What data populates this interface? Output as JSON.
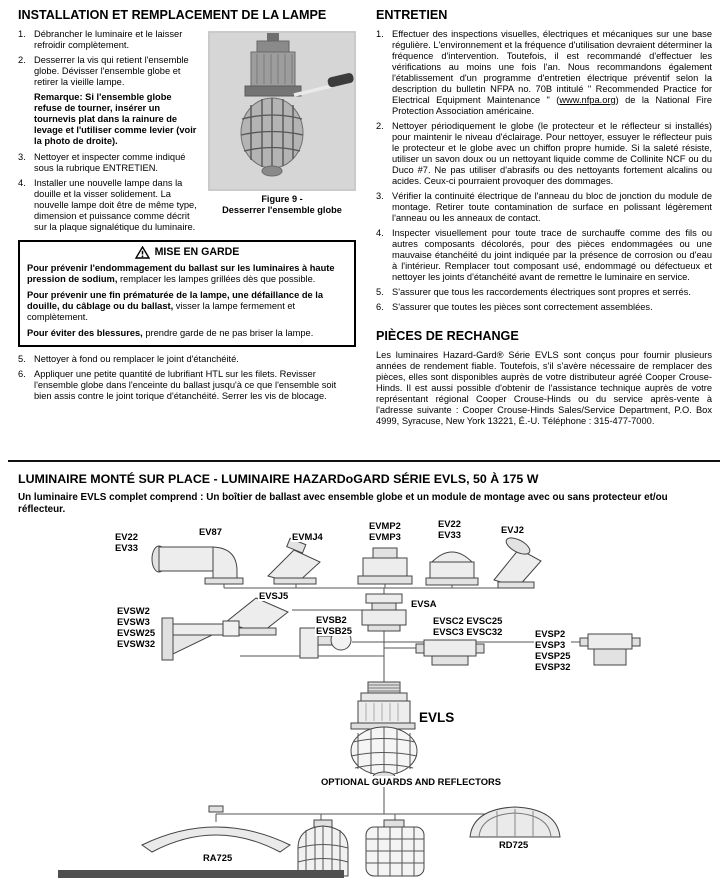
{
  "install": {
    "title": "INSTALLATION ET REMPLACEMENT DE LA LAMPE",
    "steps": [
      {
        "num": "1.",
        "text": "Débrancher le luminaire et le laisser refroidir complètement."
      },
      {
        "num": "2.",
        "text": "Desserrer la vis qui retient l'ensemble globe. Dévisser l'ensemble globe et retirer la vieille lampe."
      },
      {
        "num": "3.",
        "text": "Nettoyer et inspecter comme indiqué sous la rubrique ENTRETIEN."
      },
      {
        "num": "4.",
        "text": "Installer une nouvelle lampe dans la douille et la visser solidement. La nouvelle lampe doit être de même type, dimension et puissance comme décrit sur la plaque signalétique du luminaire."
      },
      {
        "num": "5.",
        "text": "Nettoyer à fond ou remplacer le joint d'étanchéité."
      },
      {
        "num": "6.",
        "text": "Appliquer une petite quantité de lubrifiant HTL sur les filets. Revisser l'ensemble globe dans l'enceinte du ballast jusqu'à ce que l'ensemble soit bien assis contre le joint torique d'étanchéité. Serrer les vis de blocage."
      }
    ],
    "remark_label": "Remarque:",
    "remark_text": " Si l'ensemble globe refuse de tourner, insérer un tournevis plat dans la rainure de levage et l'utiliser comme levier (voir la photo de droite).",
    "figure": {
      "caption_line1": "Figure 9 -",
      "caption_line2": "Desserrer l'ensemble globe"
    },
    "warning": {
      "title": "MISE EN GARDE",
      "paragraphs": [
        {
          "bold": "Pour prévenir l'endommagement du ballast sur les luminaires à haute pression de sodium,",
          "regular": " remplacer les lampes grillées dès que possible."
        },
        {
          "bold": "Pour prévenir une fin prématurée de la lampe, une défaillance de la douille, du câblage ou du ballast,",
          "regular": " visser la lampe fermement et complètement."
        },
        {
          "bold": "Pour éviter des blessures,",
          "regular": " prendre garde de ne pas briser la lampe."
        }
      ]
    }
  },
  "maintenance": {
    "title": "ENTRETIEN",
    "steps": [
      {
        "num": "1.",
        "text_before": "Effectuer des inspections visuelles, électriques et mécaniques sur une base régulière. L'environnement et la fréquence d'utilisation devraient déterminer la fréquence d'intervention. Toutefois, il est recommandé d'effectuer les vérifications au moins une fois l'an. Nous recommandons également l'établissement d'un programme d'entretien électrique préventif selon la description du bulletin NFPA no. 70B intitulé \" Recommended Practice for Electrical Equipment Maintenance \" (",
        "link": "www.nfpa.org",
        "text_after": ") de la National Fire Protection Association américaine."
      },
      {
        "num": "2.",
        "text": "Nettoyer périodiquement le globe (le protecteur et le réflecteur si installés) pour maintenir le niveau d'éclairage. Pour nettoyer, essuyer le réflecteur puis le protecteur et le globe avec un chiffon propre humide. Si la saleté résiste, utiliser un savon doux ou un nettoyant liquide comme de Collinite NCF ou du Duco #7. Ne pas utiliser d'abrasifs ou des nettoyants fortement alcalins ou acides. Ceux-ci pourraient provoquer des dommages."
      },
      {
        "num": "3.",
        "text": "Vérifier la continuité électrique de l'anneau du bloc de jonction du module de montage. Retirer toute contamination de surface en polissant légèrement l'anneau ou les anneaux de contact."
      },
      {
        "num": "4.",
        "text": "Inspecter visuellement pour toute trace de surchauffe comme des fils ou autres composants décolorés, pour des pièces endommagées ou une mauvaise étanchéité du joint indiquée par la présence de corrosion ou d'eau à l'intérieur. Remplacer tout composant usé, endommagé ou défectueux et nettoyer les joints d'étanchéité avant de remettre le luminaire en service."
      },
      {
        "num": "5.",
        "text": "S'assurer que tous les raccordements électriques sont propres et serrés."
      },
      {
        "num": "6.",
        "text": "S'assurer que toutes les pièces sont correctement assemblées."
      }
    ]
  },
  "spare_parts": {
    "title": "PIÈCES DE RECHANGE",
    "text": "Les luminaires Hazard-Gard® Série EVLS sont conçus pour fournir plusieurs années de rendement fiable. Toutefois, s'il s'avère nécessaire de remplacer des pièces, elles sont disponibles auprès de votre distributeur agréé Cooper Crouse-Hinds. Il est aussi possible d'obtenir de l'assistance technique auprès de votre représentant régional Cooper Crouse-Hinds ou du service après-vente à l'adresse suivante : Cooper Crouse-Hinds Sales/Service Department, P.O. Box 4999, Syracuse, New York 13221, É.-U. Téléphone : 315-477-7000."
  },
  "assembly": {
    "title": "LUMINAIRE MONTÉ SUR PLACE - LUMINAIRE HAZARDoGARD SÉRIE EVLS, 50 À 175 W",
    "subtitle": "Un luminaire EVLS complet comprend : Un boîtier de ballast avec ensemble globe et un module de montage avec ou sans protecteur et/ou réflecteur.",
    "optional_title": "OPTIONAL GUARDS AND REFLECTORS",
    "labels": {
      "ev22_ev33_left": "EV22\nEV33",
      "ev87": "EV87",
      "evmj4": "EVMJ4",
      "evmp": "EVMP2\nEVMP3",
      "ev22_ev33_right": "EV22\nEV33",
      "evj2": "EVJ2",
      "evsj5": "EVSJ5",
      "evsa": "EVSA",
      "evsb": "EVSB2\nEVSB25",
      "evsc": "EVSC2 EVSC25\nEVSC3 EVSC32",
      "evsw": "EVSW2\nEVSW3\nEVSW25\nEVSW32",
      "evsp": "EVSP2\nEVSP3\nEVSP25\nEVSP32",
      "evls": "EVLS",
      "ra725": "RA725",
      "rd725": "RD725"
    }
  }
}
